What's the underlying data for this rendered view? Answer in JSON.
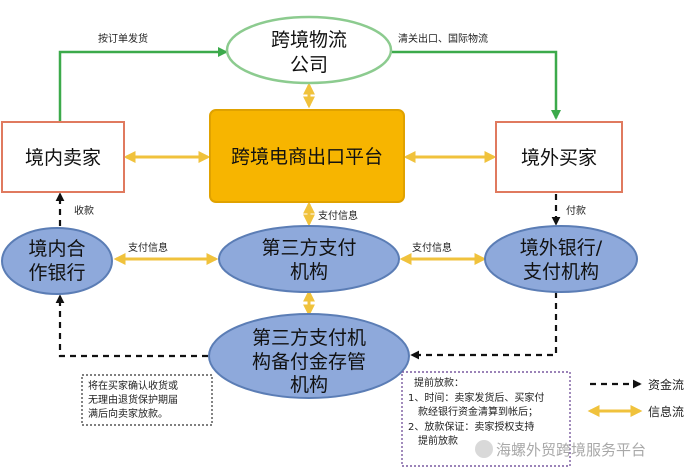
{
  "nodes": {
    "logistics": {
      "line1": "跨境物流",
      "line2": "公司"
    },
    "platform": {
      "label": "跨境电商出口平台"
    },
    "domestic_seller": {
      "label": "境内卖家"
    },
    "foreign_buyer": {
      "label": "境外买家"
    },
    "domestic_bank": {
      "line1": "境内合",
      "line2": "作银行"
    },
    "third_party_payment": {
      "line1": "第三方支付",
      "line2": "机构"
    },
    "foreign_bank": {
      "line1": "境外银行/",
      "line2": "支付机构"
    },
    "escrow": {
      "line1": "第三方支付机",
      "line2": "构备付金存管",
      "line3": "机构"
    }
  },
  "edge_labels": {
    "ship_by_order": "按订单发货",
    "customs_intl": "清关出口、国际物流",
    "payment_info_center": "支付信息",
    "payment_info_left": "支付信息",
    "payment_info_right": "支付信息",
    "collect": "收款",
    "pay": "付款"
  },
  "notes": {
    "left": {
      "line1": "将在买家确认收货或",
      "line2": "无理由退货保护期届",
      "line3": "满后向卖家放款。"
    },
    "right": {
      "title": "提前放款：",
      "line1": "1、时间：卖家发货后、买家付",
      "line2": "款经银行资金清算到帐后；",
      "line3": "2、放款保证：卖家授权支持",
      "line4": "提前放款"
    }
  },
  "legend": {
    "funds": "资金流",
    "info": "信息流"
  },
  "watermark": "海螺外贸跨境服务平台",
  "colors": {
    "platform_fill": "#F7B500",
    "ellipse_fill": "#8EA9DB",
    "info_arrow": "#F0C23C",
    "goods_arrow": "#3CAA4B",
    "funds_arrow": "#111111",
    "box_border": "#E07A5F"
  }
}
